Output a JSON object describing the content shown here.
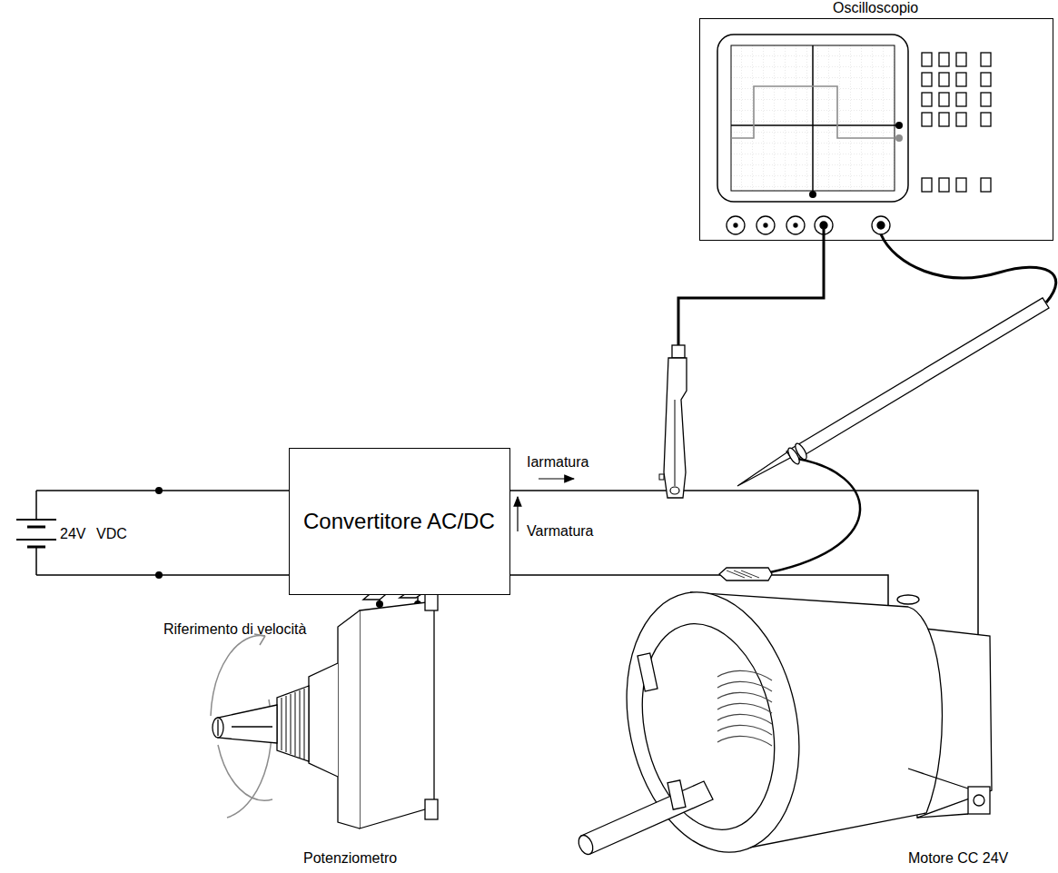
{
  "diagram": {
    "nodes": [
      {
        "text": [
          "Oscilloscopio"
        ]
      },
      {
        "text": [
          "Convertitore AC/DC"
        ]
      }
    ],
    "labels": [
      "24V",
      "VDC",
      "Iarmatura",
      "Varmatura",
      "Riferimento di velocità",
      "Potenziometro",
      "Motore CC 24V"
    ]
  }
}
